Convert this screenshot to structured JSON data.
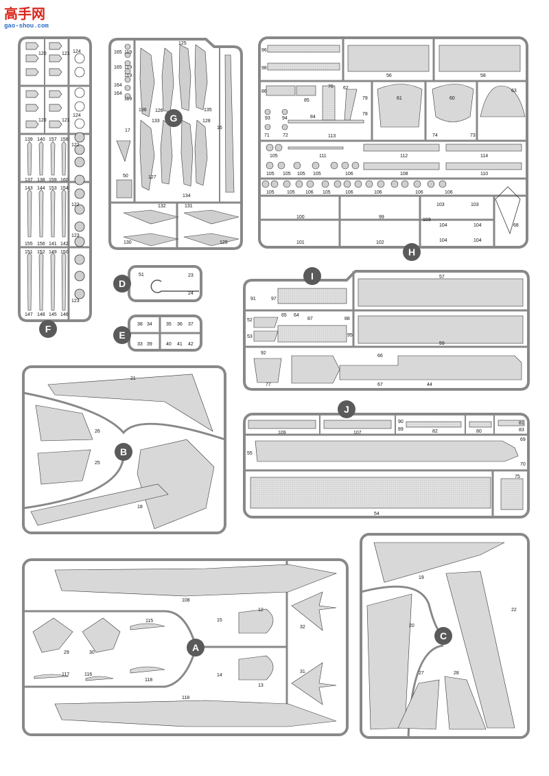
{
  "watermark": {
    "brand": "高手网",
    "url": "gao-shou.com"
  },
  "sprues": {
    "F": {
      "letter": "F",
      "parts": [
        "120",
        "121",
        "124",
        "120",
        "121",
        "124",
        "122",
        "139",
        "140",
        "157",
        "158",
        "137",
        "138",
        "159",
        "160",
        "143",
        "144",
        "153",
        "154",
        "155",
        "156",
        "141",
        "142",
        "122",
        "123",
        "151",
        "152",
        "149",
        "150",
        "147",
        "148",
        "145",
        "146",
        "123"
      ]
    },
    "G": {
      "letter": "G",
      "parts": [
        "165",
        "119",
        "165",
        "119",
        "119",
        "164",
        "164",
        "119",
        "125",
        "136",
        "126",
        "135",
        "133",
        "128",
        "16",
        "17",
        "50",
        "127",
        "134",
        "132",
        "131",
        "130",
        "129"
      ]
    },
    "H": {
      "letter": "H",
      "parts": [
        "96",
        "98",
        "56",
        "58",
        "86",
        "85",
        "76",
        "62",
        "79",
        "61",
        "60",
        "63",
        "93",
        "94",
        "84",
        "78",
        "71",
        "72",
        "113",
        "74",
        "73",
        "105",
        "111",
        "112",
        "114",
        "105",
        "105",
        "105",
        "105",
        "106",
        "108",
        "110",
        "105",
        "105",
        "106",
        "105",
        "106",
        "106",
        "106",
        "106",
        "100",
        "99",
        "103",
        "103",
        "68",
        "103",
        "104",
        "104",
        "101",
        "102",
        "104",
        "104"
      ]
    },
    "D": {
      "letter": "D",
      "parts": [
        "51",
        "23",
        "24"
      ]
    },
    "E": {
      "letter": "E",
      "parts": [
        "38",
        "34",
        "35",
        "36",
        "37",
        "33",
        "39",
        "40",
        "41",
        "42"
      ]
    },
    "I": {
      "letter": "I",
      "parts": [
        "57",
        "91",
        "97",
        "52",
        "65",
        "64",
        "87",
        "88",
        "53",
        "95",
        "59",
        "92",
        "66",
        "77",
        "67",
        "44"
      ]
    },
    "J": {
      "letter": "J",
      "parts": [
        "109",
        "107",
        "90",
        "89",
        "82",
        "80",
        "81",
        "83",
        "69",
        "55",
        "70",
        "75",
        "54"
      ]
    },
    "B": {
      "letter": "B",
      "parts": [
        "21",
        "26",
        "25",
        "18"
      ]
    },
    "A": {
      "letter": "A",
      "parts": [
        "108",
        "15",
        "12",
        "32",
        "115",
        "29",
        "30",
        "117",
        "116",
        "118",
        "14",
        "13",
        "31",
        "118"
      ]
    },
    "C": {
      "letter": "C",
      "parts": [
        "19",
        "22",
        "20",
        "27",
        "28"
      ]
    }
  }
}
